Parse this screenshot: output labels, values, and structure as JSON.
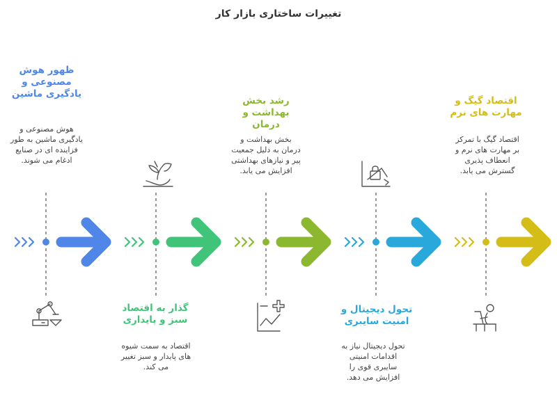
{
  "title": "تغییرات ساختاری بازار کار",
  "stages": [
    {
      "heading": "ظهور هوش مصنوعی و یادگیری ماشین",
      "description": "هوش مصنوعی و یادگیری ماشین به طور فزاینده ای در صنایع ادغام می شوند.",
      "color": "#4f86e8",
      "icon": "robot-arm-icon",
      "text_side": "top"
    },
    {
      "heading": "گذار به اقتصاد سبز و پایداری",
      "description": "اقتصاد به سمت شیوه های پایدار و سبز تغییر می کند.",
      "color": "#3fc47a",
      "icon": "sprout-hand-icon",
      "text_side": "bottom"
    },
    {
      "heading": "رشد بخش بهداشت و درمان",
      "description": "بخش بهداشت و درمان به دلیل جمعیت پیر و نیازهای بهداشتی افزایش می یابد.",
      "color": "#8bb82e",
      "icon": "health-chart-icon",
      "text_side": "top"
    },
    {
      "heading": "تحول دیجیتال و امنیت سایبری",
      "description": "تحول دیجیتال نیاز به اقدامات امنیتی سایبری قوی را افزایش می دهد.",
      "color": "#29a8dc",
      "icon": "security-lock-icon",
      "text_side": "bottom"
    },
    {
      "heading": "اقتصاد گیگ و مهارت های نرم",
      "description": "اقتصاد گیگ با تمرکز بر مهارت های نرم و انعطاف پذیری گسترش می یابد.",
      "color": "#d4bd17",
      "icon": "remote-worker-icon",
      "text_side": "top"
    }
  ]
}
